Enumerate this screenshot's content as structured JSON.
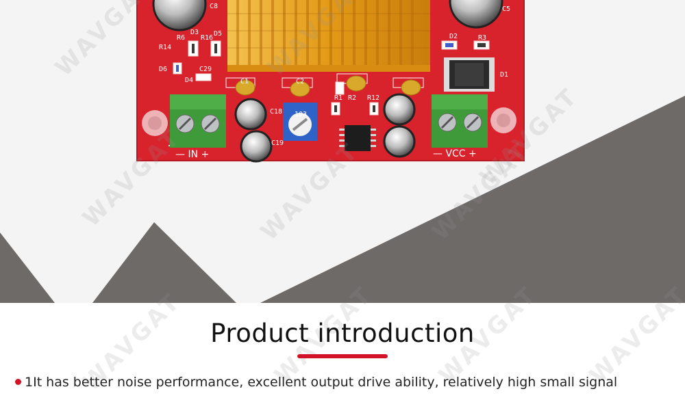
{
  "board": {
    "labels": {
      "c8": "C8",
      "c5": "C5",
      "r6": "R6",
      "r16": "R16",
      "r14": "R14",
      "d3": "D3",
      "d5": "D5",
      "d6": "D6",
      "d4": "D4",
      "c29": "C29",
      "c1": "C1",
      "c2": "C2",
      "r1": "R1",
      "r2": "R2",
      "r12": "R12",
      "c18": "C18",
      "c19": "C19",
      "d2": "D2",
      "r3": "R3",
      "d1": "D1",
      "pot": "103",
      "in": "— IN +",
      "vcc": "— VCC +"
    }
  },
  "watermark": "WAVGAT",
  "section": {
    "title": "Product introduction",
    "accent_color": "#d21226"
  },
  "description": {
    "line1": "1It has better noise performance, excellent output drive ability, relatively high small signal"
  },
  "colors": {
    "pcb": "#d8222c",
    "heatsink": "#e9a11e",
    "terminal": "#3f9a3a",
    "shape_gray": "#6e6a68"
  }
}
